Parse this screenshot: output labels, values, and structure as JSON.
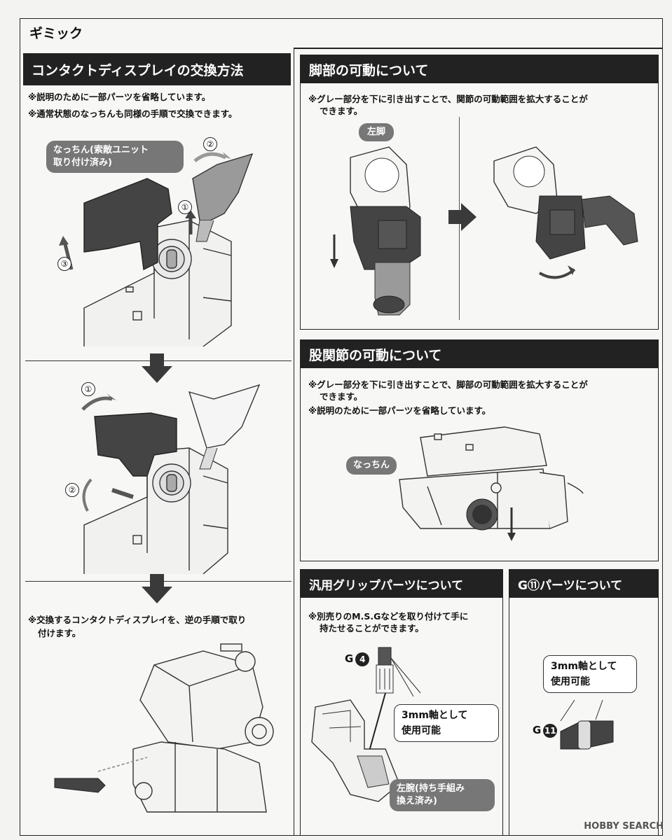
{
  "page": {
    "title": "ギミック"
  },
  "contact": {
    "title": "コンタクトディスプレイの交換方法",
    "notes": [
      "※説明のために一部パーツを省略しています。",
      "※通常状態のなっちんも同様の手順で交換できます。"
    ],
    "callout_line1": "なっちん(索敵ユニット",
    "callout_line2": "取り付け済み)",
    "steps_a": [
      "①",
      "②",
      "③"
    ],
    "steps_b": [
      "①",
      "②"
    ],
    "final_note_line1": "※交換するコンタクトディスプレイを、逆の手順で取り",
    "final_note_line2": "付けます。"
  },
  "leg": {
    "title": "脚部の可動について",
    "note_line1": "※グレー部分を下に引き出すことで、関節の可動範囲を拡大することが",
    "note_line2": "できます。",
    "callout": "左脚"
  },
  "hip": {
    "title": "股関節の可動について",
    "note_line1": "※グレー部分を下に引き出すことで、脚部の可動範囲を拡大することが",
    "note_line2": "できます。",
    "note2": "※説明のために一部パーツを省略しています。",
    "callout": "なっちん"
  },
  "grip": {
    "title": "汎用グリップパーツについて",
    "note_line1": "※別売りのM.S.Gなどを取り付けて手に",
    "note_line2": "持たせることができます。",
    "part_letter": "G",
    "part_num": "4",
    "label_line1": "3mm軸として",
    "label_line2": "使用可能",
    "arm_line1": "左腕(持ち手組み",
    "arm_line2": "換え済み)"
  },
  "g11": {
    "title": "G⑪パーツについて",
    "label_line1": "3mm軸として",
    "label_line2": "使用可能",
    "part_letter": "G",
    "part_num": "11"
  },
  "watermark": "HOBBY SEARCH"
}
